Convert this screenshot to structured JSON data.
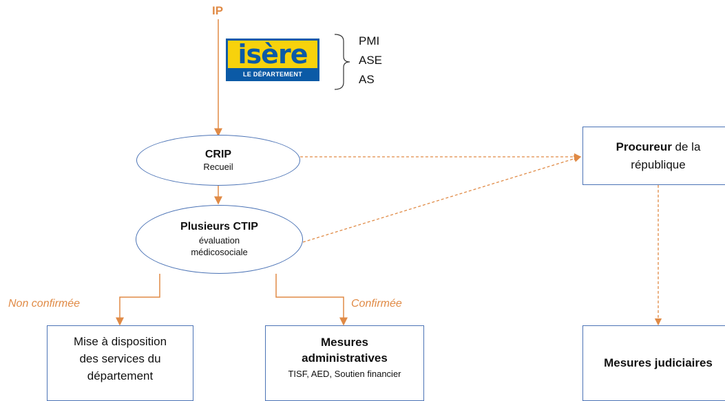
{
  "ip_label": "IP",
  "logo": {
    "main": "isère",
    "sub": "LE DÉPARTEMENT"
  },
  "services": [
    "PMI",
    "ASE",
    "AS"
  ],
  "crip": {
    "title": "CRIP",
    "subtitle": "Recueil"
  },
  "ctip": {
    "title": "Plusieurs CTIP",
    "line1": "évaluation",
    "line2": "médicosociale"
  },
  "procureur": {
    "bold": "Procureur",
    "rest": " de la",
    "line2": "république"
  },
  "branch_left": "Non confirmée",
  "branch_right": "Confirmée",
  "mise": {
    "line1": "Mise à disposition",
    "line2": "des services du",
    "line3": "département"
  },
  "mesures_admin": {
    "line1": "Mesures",
    "line2": "administratives",
    "line3": "TISF, AED, Soutien financier"
  },
  "mesures_jud": "Mesures judiciaires",
  "colors": {
    "node_border": "#4a72b5",
    "arrow": "#e08a45",
    "logo_blue": "#0b5aa6",
    "logo_yellow": "#f7d20c"
  }
}
